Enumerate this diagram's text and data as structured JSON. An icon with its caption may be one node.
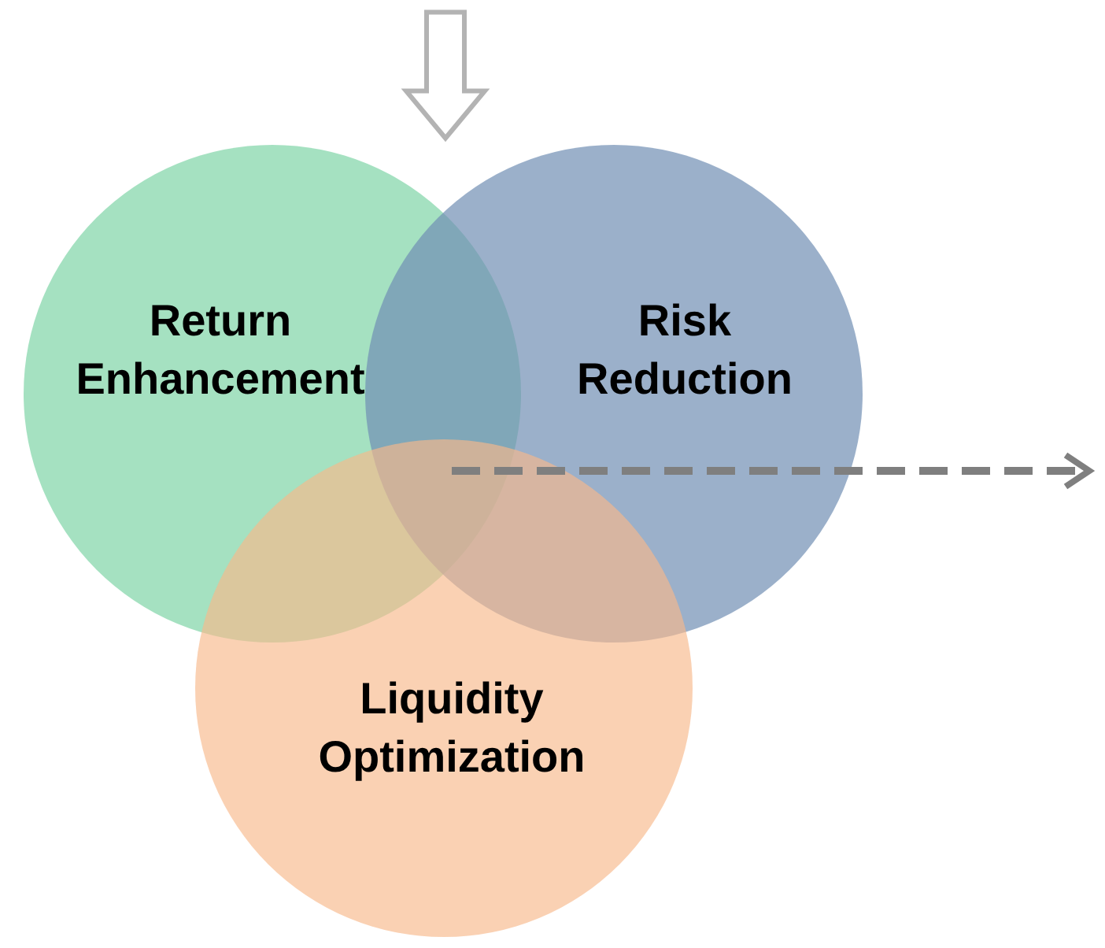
{
  "diagram": {
    "nodes": [
      {
        "text": [
          "Return Enhancement"
        ]
      },
      {
        "text": [
          "Risk Reduction"
        ]
      },
      {
        "text": [
          "Liquidity Optimization"
        ]
      }
    ],
    "edges": [
      {
        "from": null,
        "to": 1,
        "arrow": "to",
        "style": "thick",
        "color": "#b3b3b3"
      },
      {
        "from": 2,
        "to": null,
        "arrow": "to",
        "style": "dashed",
        "color": "#7f7f7f"
      }
    ]
  }
}
